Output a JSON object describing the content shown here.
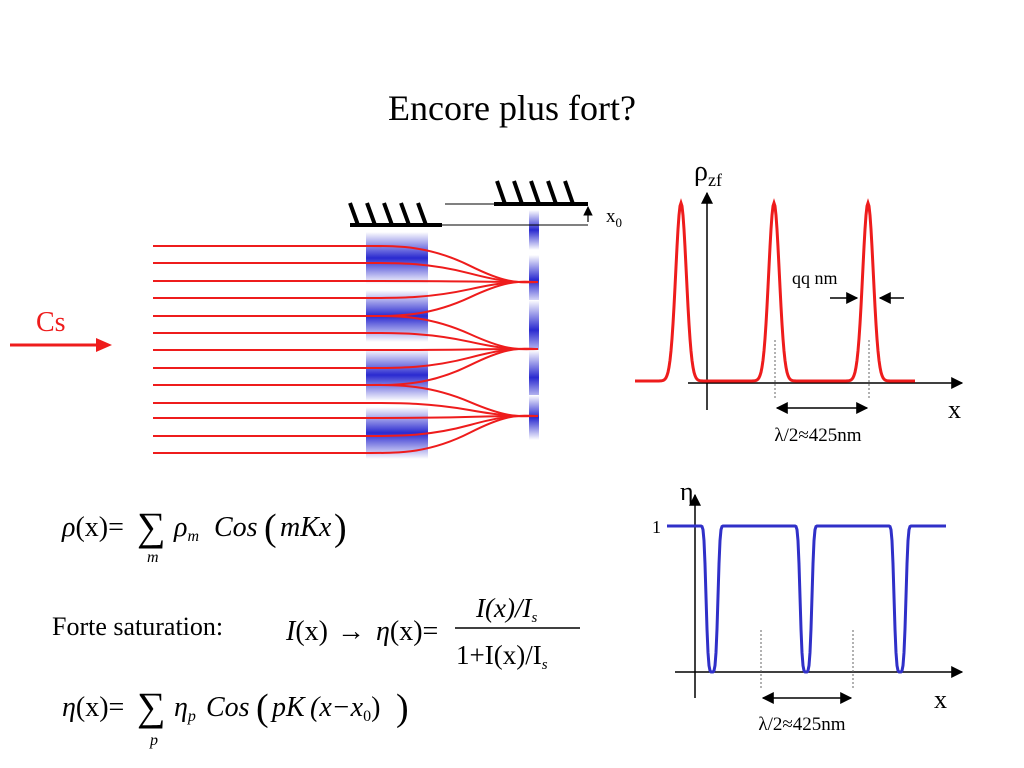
{
  "title": "Encore plus fort?",
  "beam": {
    "label": "Cs",
    "color": "#ee1c1c"
  },
  "mirrors": {
    "offset_label_main": "x",
    "offset_label_sub": "0"
  },
  "colors": {
    "red": "#ee1c1c",
    "blue": "#3030c8",
    "standing_wave": "#2a2ad0"
  },
  "plot_top": {
    "y_label_main": "ρ",
    "y_label_sub": "zf",
    "x_label": "x",
    "width_label": "qq nm",
    "period_label": "λ/2≈425nm"
  },
  "plot_bottom": {
    "y_label": "η",
    "y_tick": "1",
    "x_label": "x",
    "period_label": "λ/2≈425nm"
  },
  "eq1": {
    "lhs": "ρ",
    "arg": "(x)",
    "eq": "=",
    "sum": "∑",
    "sum_index": "m",
    "coef": "ρ",
    "coef_sub": "m",
    "func": "Cos",
    "func_arg": "mKx"
  },
  "eq2": {
    "prefix": "Forte saturation:",
    "lhs": "I",
    "lhs_arg": "(x)",
    "arrow": "→",
    "eta": "η",
    "eta_arg": "(x)",
    "eq": "=",
    "num": "I(x)/I",
    "num_sub": "s",
    "den": "1+I(x)/I",
    "den_sub": "s"
  },
  "eq3": {
    "lhs": "η",
    "arg": "(x)",
    "eq": "=",
    "sum": "∑",
    "sum_index": "p",
    "coef": "η",
    "coef_sub": "p",
    "func": "Cos",
    "func_arg_p": "pK",
    "func_arg_rest": "(x−x",
    "func_arg_sub": "0",
    "func_arg_close": ")"
  }
}
